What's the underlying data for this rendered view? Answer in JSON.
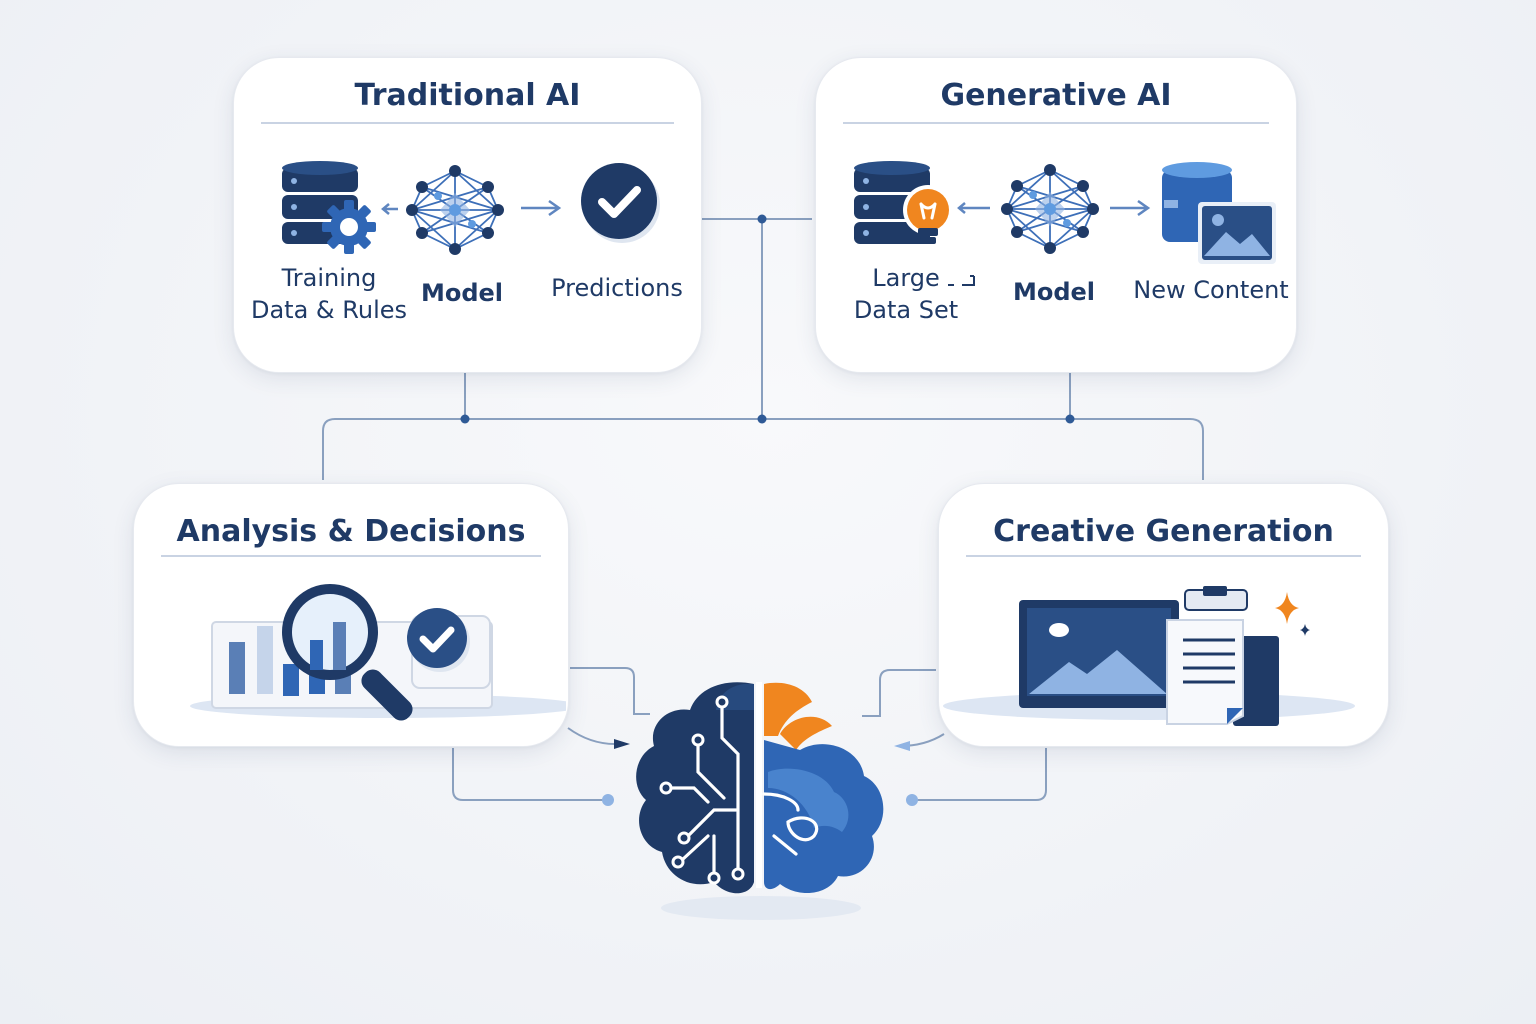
{
  "traditional": {
    "title": "Traditional AI",
    "training_line1": "Training",
    "training_line2": "Data & Rules",
    "model": "Model",
    "predictions": "Predictions"
  },
  "generative": {
    "title": "Generative AI",
    "large_line1": "Large",
    "large_line2": "Data Set",
    "model": "Model",
    "new_content": "New Content"
  },
  "analysis": {
    "title": "Analysis & Decisions"
  },
  "creative": {
    "title": "Creative Generation"
  },
  "colors": {
    "navy": "#1f3a66",
    "blue": "#2f66b5",
    "light_blue": "#8fb3e3",
    "orange": "#f0861f",
    "wire": "#8aa0bf"
  },
  "icons": {
    "database": "database-icon",
    "gear": "gear-icon",
    "network": "neural-network-icon",
    "check": "check-circle-icon",
    "bulb": "lightbulb-icon",
    "image": "image-icon",
    "magnifier": "magnifier-icon",
    "bar_chart": "bar-chart-icon",
    "document": "document-icon",
    "sparkle": "sparkle-icon",
    "brain": "brain-circuit-icon"
  }
}
